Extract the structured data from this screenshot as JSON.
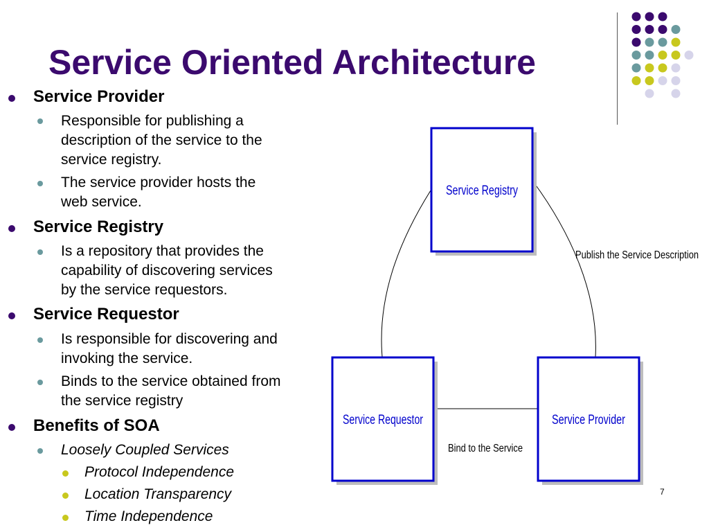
{
  "slide": {
    "title": "Service Oriented Architecture",
    "page_number": "7"
  },
  "bullets": {
    "provider": {
      "label": "Service Provider",
      "sub": [
        [
          "Responsible for publishing a",
          "description of the service to the",
          "service registry."
        ],
        [
          "The service provider hosts the",
          "web service."
        ]
      ]
    },
    "registry": {
      "label": "Service Registry",
      "sub": [
        [
          "Is a repository that provides the",
          "capability of discovering services",
          "by the service requestors."
        ]
      ]
    },
    "requestor": {
      "label": "Service Requestor",
      "sub": [
        [
          "Is responsible for discovering and",
          "invoking the service."
        ],
        [
          "Binds to the service obtained from",
          "the service registry"
        ]
      ]
    },
    "benefits": {
      "label": "Benefits of SOA",
      "sub_label": "Loosely Coupled Services",
      "items": [
        "Protocol Independence",
        "Location Transparency",
        "Time Independence"
      ]
    }
  },
  "diagram": {
    "registry_box": "Service Registry",
    "requestor_box": "Service Requestor",
    "provider_box": "Service Provider",
    "publish_label": "Publish the Service Description",
    "bind_label": "Bind to the Service"
  },
  "colors": {
    "title": "#3b0a6e",
    "dot_purple": "#3b0a6e",
    "dot_teal": "#6a9a9e",
    "dot_yellow": "#c8c81e",
    "dot_lavender": "#d6d4ea",
    "box_border": "#0000cc",
    "box_text": "#0000cc"
  }
}
